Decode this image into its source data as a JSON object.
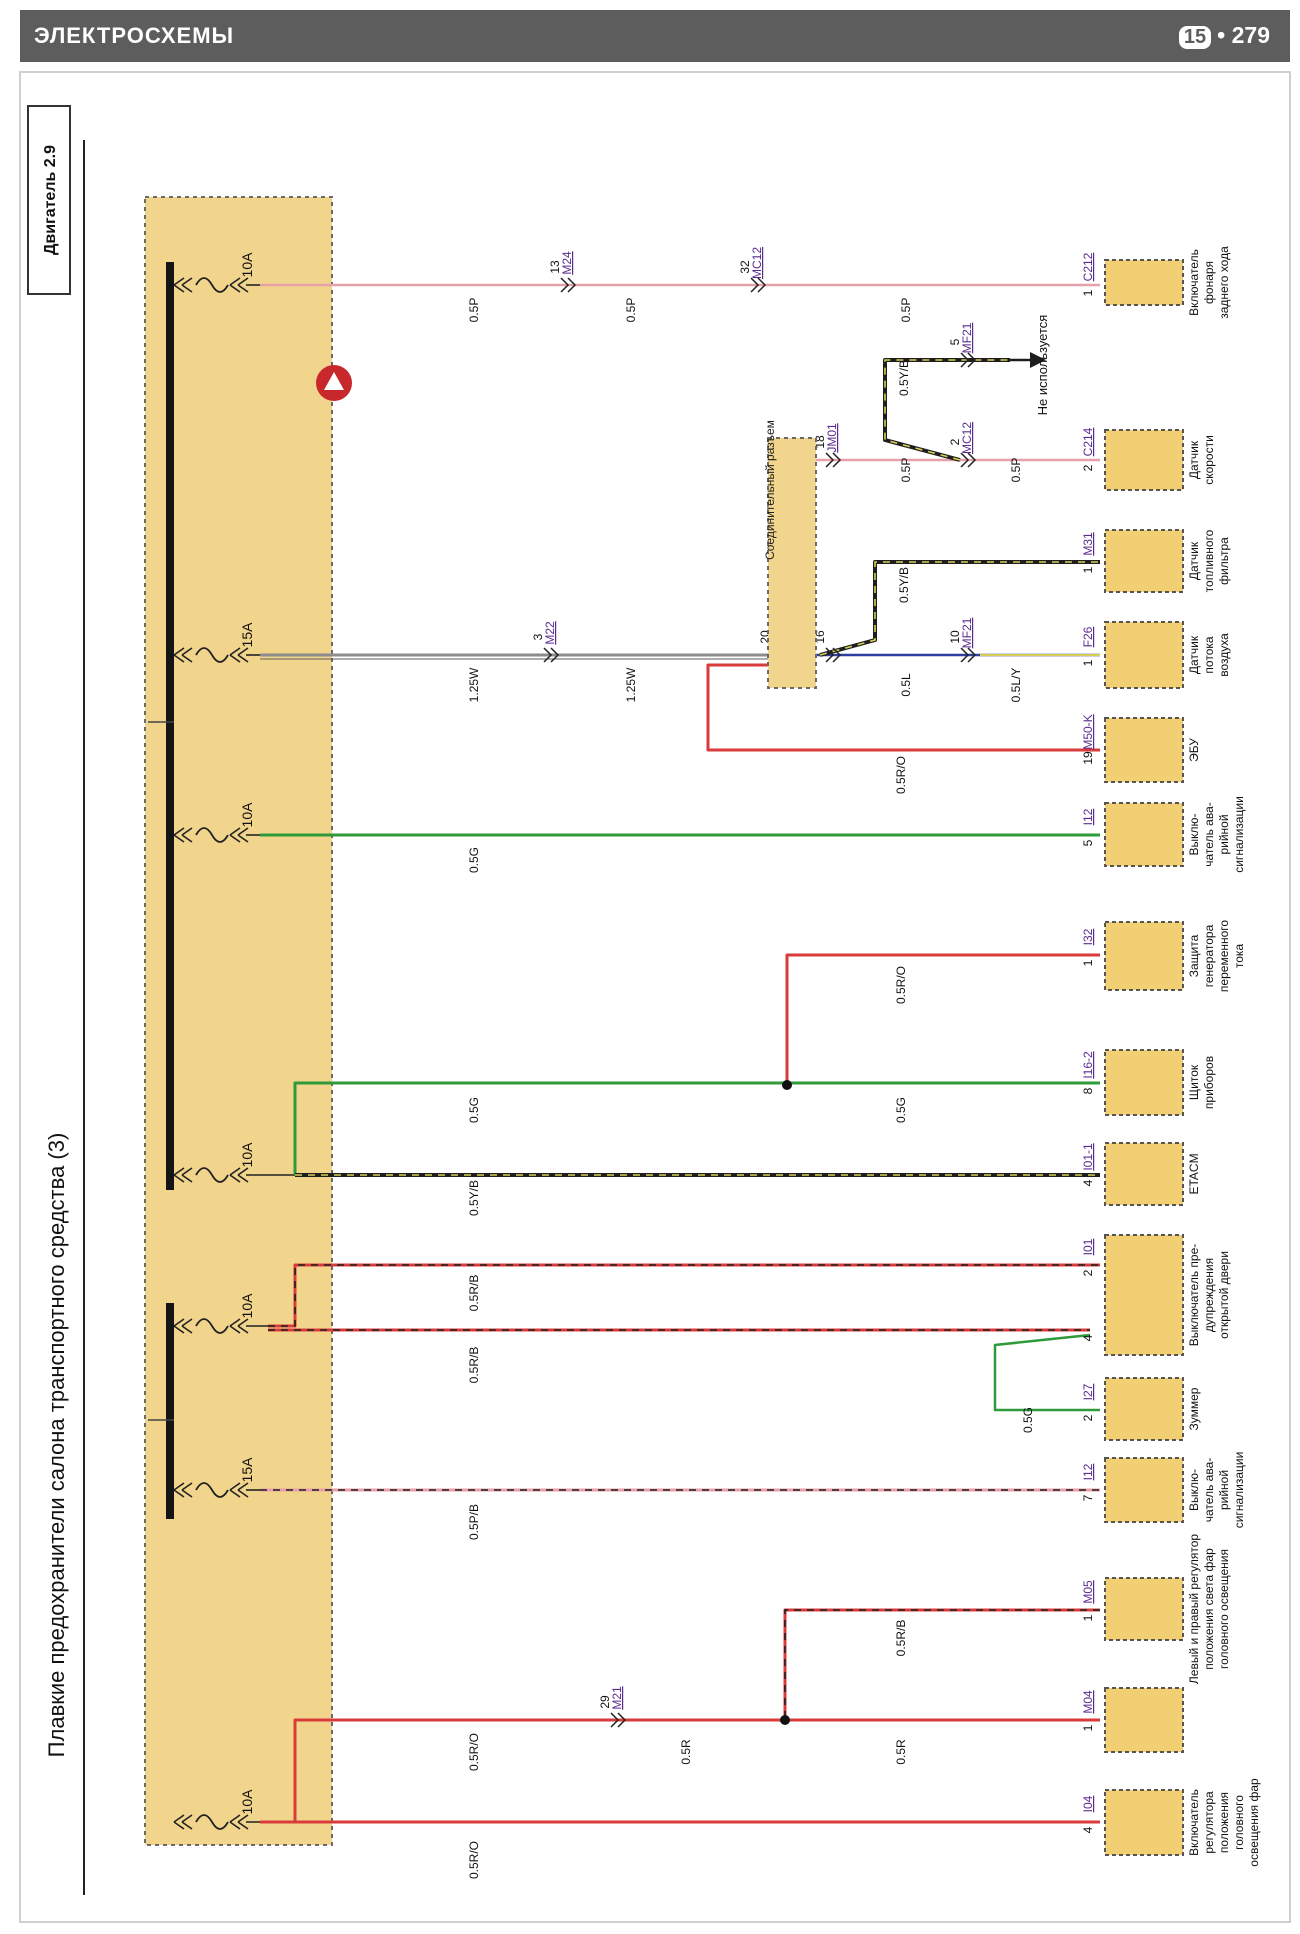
{
  "header": {
    "section": "ЭЛЕКТРОСХЕМЫ",
    "chapter": "15",
    "page": "279"
  },
  "tab_label": "Двигатель 2.9",
  "title": "Плавкие предохранители салона транспортного средства (3)",
  "fuses": [
    "10A",
    "15A",
    "10A",
    "10A",
    "10A",
    "15A",
    "10A"
  ],
  "wire_labels": [
    "0.5P",
    "0.5P",
    "0.5P",
    "0.5Y/B",
    "0.5P",
    "0.5P",
    "0.5Y/B",
    "1.25W",
    "1.25W",
    "0.5L",
    "0.5L/Y",
    "0.5R/O",
    "0.5G",
    "0.5R/O",
    "0.5G",
    "0.5G",
    "0.5Y/B",
    "0.5R/B",
    "0.5R/B",
    "0.5G",
    "0.5P/B",
    "0.5R/B",
    "0.5R/O",
    "0.5R",
    "0.5R",
    "0.5R/O"
  ],
  "connectors": [
    "M24",
    "MC12",
    "MF21",
    "MC12",
    "JM01",
    "M22",
    "JM01",
    "MF21",
    "M21"
  ],
  "pins": [
    "13",
    "32",
    "5",
    "2",
    "18",
    "3",
    "20",
    "16",
    "10",
    "29"
  ],
  "junction_label": "Соединительный разъем",
  "not_used": "Не используется",
  "components": [
    {
      "pin": "1",
      "code": "C212",
      "lines": [
        "Включатель",
        "фонаря",
        "заднего хода"
      ]
    },
    {
      "pin": "2",
      "code": "C214",
      "lines": [
        "Датчик",
        "скорости"
      ]
    },
    {
      "pin": "1",
      "code": "M31",
      "lines": [
        "Датчик",
        "топливного",
        "фильтра"
      ]
    },
    {
      "pin": "1",
      "code": "F26",
      "lines": [
        "Датчик",
        "потока",
        "воздуха"
      ]
    },
    {
      "pin": "19",
      "code": "M50-K",
      "lines": [
        "ЭБУ"
      ]
    },
    {
      "pin": "5",
      "code": "I12",
      "lines": [
        "Выклю-",
        "чатель ава-",
        "рийной",
        "сигнализации"
      ]
    },
    {
      "pin": "1",
      "code": "I32",
      "lines": [
        "Защита",
        "генератора",
        "переменного",
        "тока"
      ]
    },
    {
      "pin": "8",
      "code": "I16-2",
      "lines": [
        "Щиток",
        "приборов"
      ]
    },
    {
      "pin": "4",
      "code": "I01-1",
      "lines": [
        "ETACM"
      ]
    },
    {
      "pin": "2",
      "code": "I01",
      "lines": [
        "Выключатель пре-",
        "дупреждения",
        "открытой двери"
      ]
    },
    {
      "pin": "4",
      "code": "",
      "lines": []
    },
    {
      "pin": "2",
      "code": "I27",
      "lines": [
        "Зуммер"
      ]
    },
    {
      "pin": "7",
      "code": "I12",
      "lines": [
        "Выклю-",
        "чатель ава-",
        "рийной",
        "сигнализации"
      ]
    },
    {
      "pin": "1",
      "code": "M05",
      "lines": [
        "Левый и правый регулятор",
        "положения света фар",
        "головного освещения"
      ]
    },
    {
      "pin": "1",
      "code": "M04",
      "lines": []
    },
    {
      "pin": "4",
      "code": "I04",
      "lines": [
        "Включатель",
        "регулятора",
        "положения",
        "головного",
        "освещения фар"
      ]
    }
  ],
  "colors": {
    "header_bg": "#5d5d5d",
    "panel_fill": "#f2d58c",
    "box_fill": "#f2cf72",
    "wire_pink": "#e8a0a8",
    "wire_red": "#d93a3a",
    "wire_green": "#2f9a3a",
    "wire_gray": "#8c8c8c",
    "wire_black": "#1e1e1e",
    "wire_yellow": "#d6cf55",
    "wire_blue": "#2f3fa0",
    "connector_text": "#5a2b8f",
    "warning_red": "#c8282c"
  }
}
